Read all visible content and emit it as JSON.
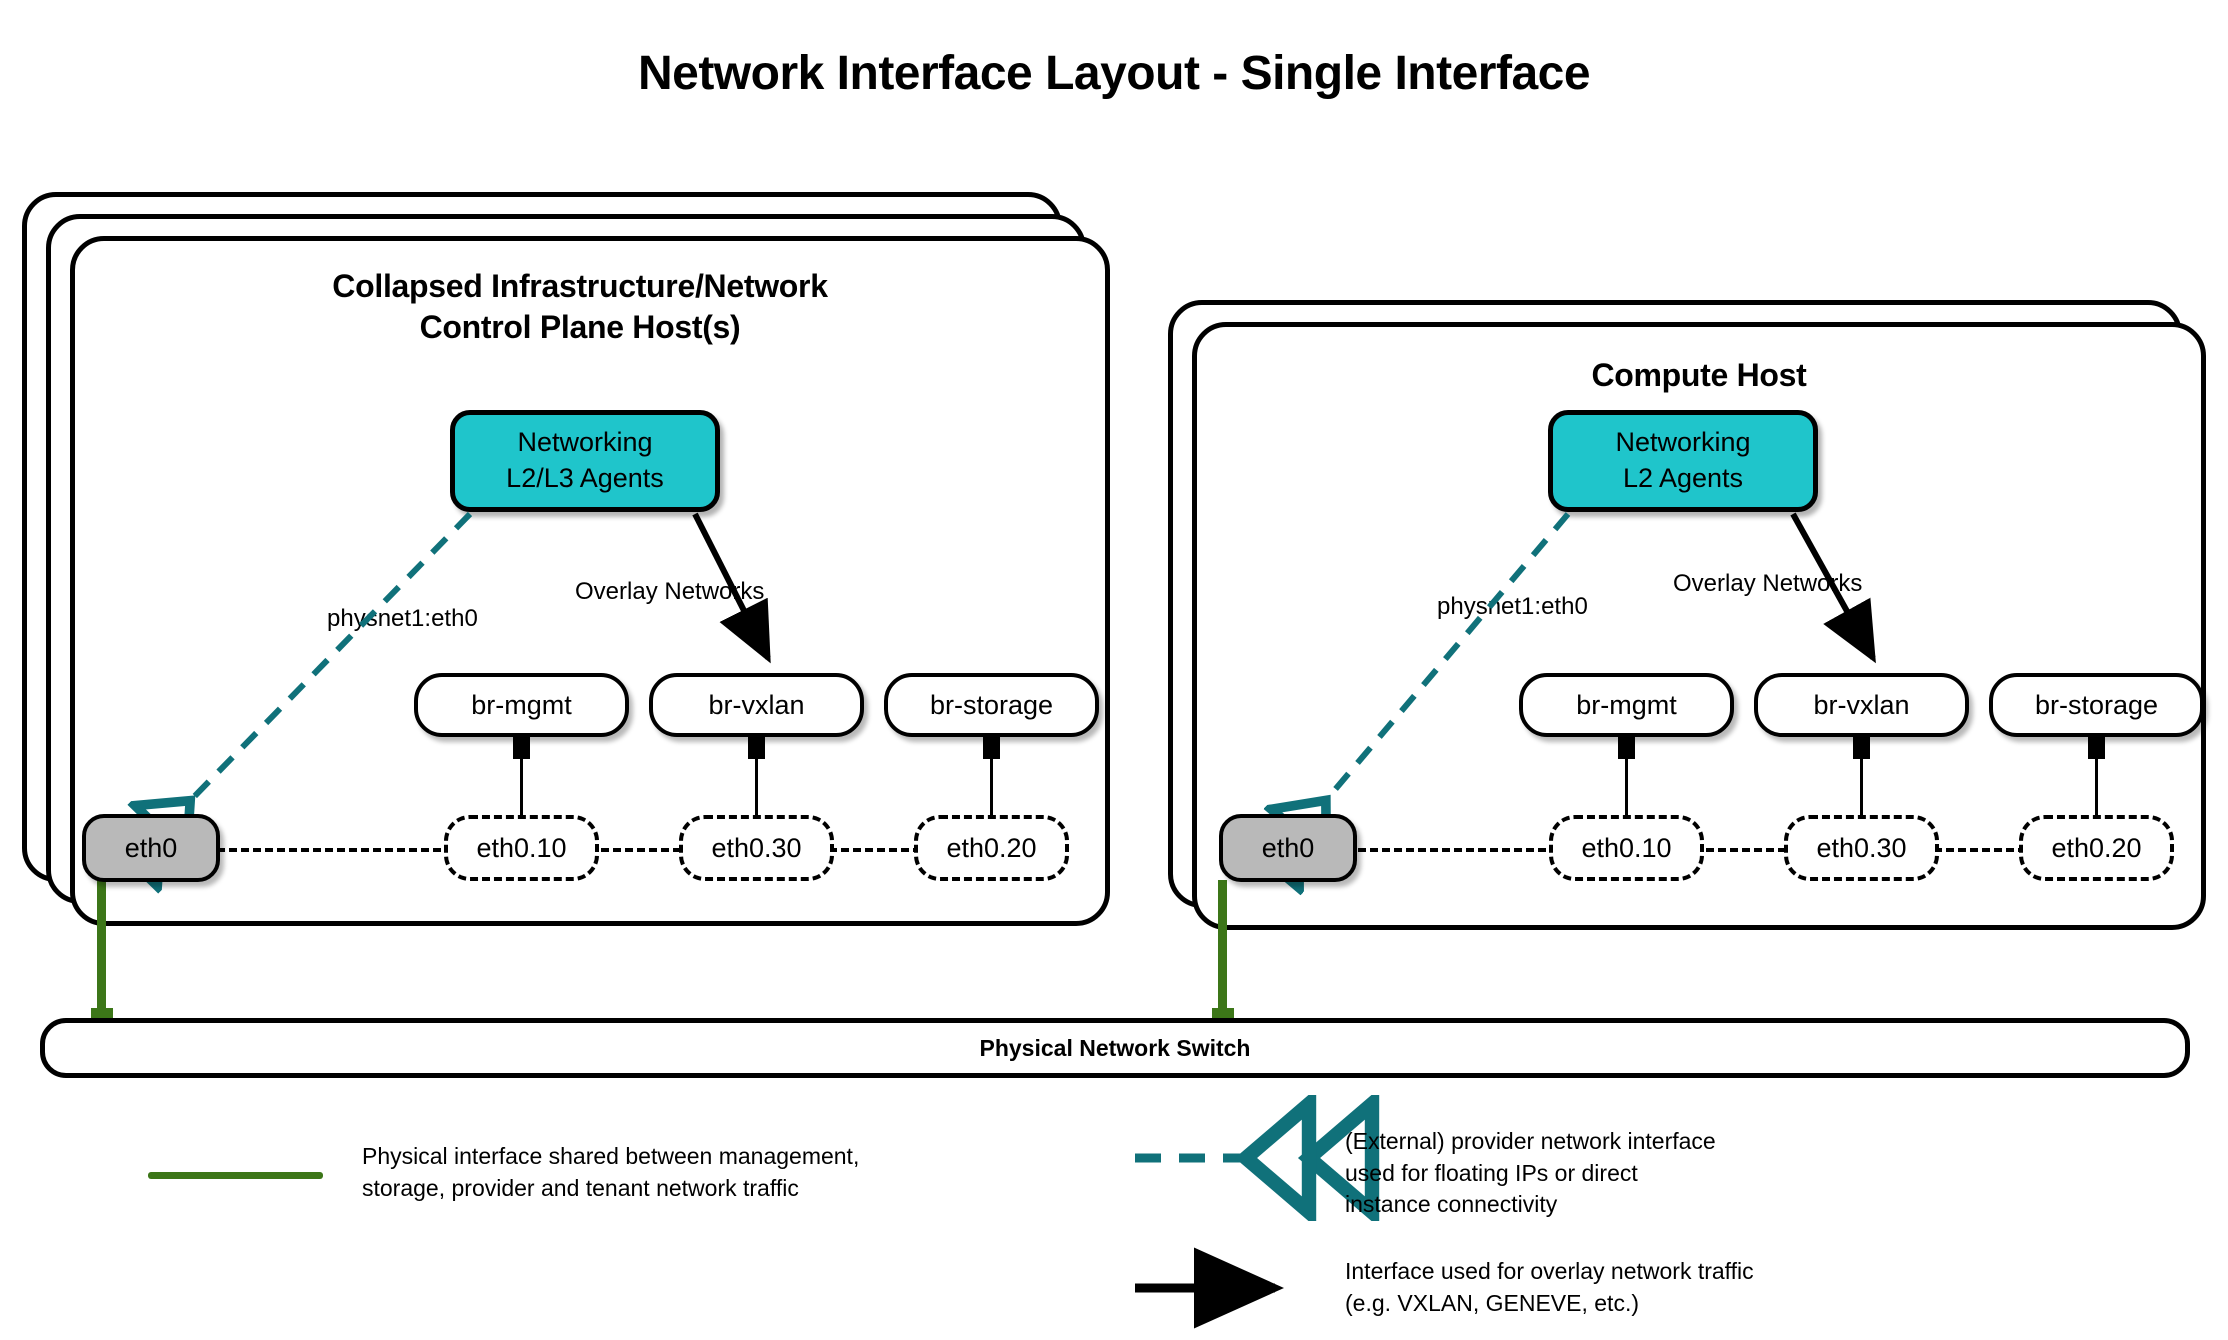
{
  "title": "Network Interface Layout - Single Interface",
  "colors": {
    "agent_teal": "#1FC5CB",
    "provider_teal": "#10717A",
    "physical_green": "#3C7618",
    "nic_gray": "#B9B9B9",
    "outline_black": "#000000"
  },
  "hosts": [
    {
      "id": "control-plane",
      "title": "Collapsed Infrastructure/Network\nControl Plane Host(s)",
      "stack_layers": 3,
      "agents": {
        "label": "Networking\nL2/L3 Agents"
      },
      "provider_label": "physnet1:eth0",
      "overlay_label": "Overlay Networks",
      "nic": {
        "label": "eth0"
      },
      "bridges": [
        {
          "bridge": "br-mgmt",
          "vlan": "eth0.10"
        },
        {
          "bridge": "br-vxlan",
          "vlan": "eth0.30"
        },
        {
          "bridge": "br-storage",
          "vlan": "eth0.20"
        }
      ]
    },
    {
      "id": "compute",
      "title": "Compute Host",
      "stack_layers": 2,
      "agents": {
        "label": "Networking\nL2 Agents"
      },
      "provider_label": "physnet1:eth0",
      "overlay_label": "Overlay Networks",
      "nic": {
        "label": "eth0"
      },
      "bridges": [
        {
          "bridge": "br-mgmt",
          "vlan": "eth0.10"
        },
        {
          "bridge": "br-vxlan",
          "vlan": "eth0.30"
        },
        {
          "bridge": "br-storage",
          "vlan": "eth0.20"
        }
      ]
    }
  ],
  "switch": {
    "label": "Physical Network Switch"
  },
  "legend": [
    {
      "id": "physical",
      "marker": "solid-green-line",
      "text": "Physical interface shared between management,\nstorage, provider and tenant network traffic"
    },
    {
      "id": "provider",
      "marker": "dashed-teal-double-arrow",
      "text": "(External) provider network interface\nused for floating IPs or direct\ninstance connectivity"
    },
    {
      "id": "overlay",
      "marker": "solid-black-double-arrow",
      "text": "Interface used for overlay network traffic\n(e.g. VXLAN, GENEVE, etc.)"
    }
  ]
}
